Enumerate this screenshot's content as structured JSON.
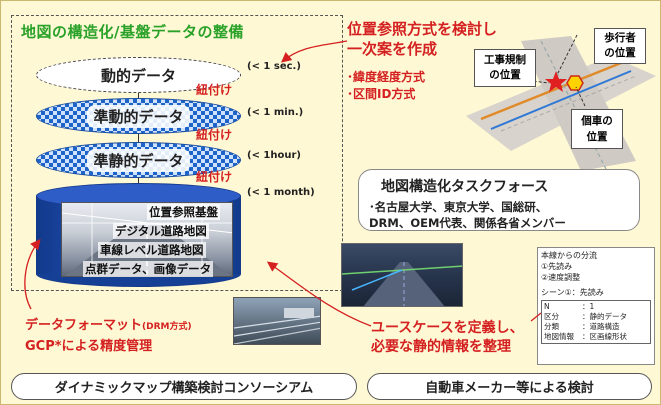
{
  "left_panel": {
    "title": "地図の構造化/基盤データの整備",
    "layers": {
      "dynamic": "動的データ",
      "semi_dynamic": "準動的データ",
      "semi_static": "準静的データ"
    },
    "update_intervals": [
      "(< 1 sec.)",
      "(< 1 min.)",
      "(< 1hour)",
      "(< 1 month)"
    ],
    "link_label": "紐付け",
    "base_layers": [
      "位置参照基盤",
      "デジタル道路地図",
      "車線レベル道路地図",
      "点群データ、画像データ"
    ]
  },
  "location_ref": {
    "title_line1": "位置参照方式を検討し",
    "title_line2": "一次案を作成",
    "bullets": [
      "･緯度経度方式",
      "･区間ID方式"
    ]
  },
  "road_diagram": {
    "labels": {
      "construction": [
        "工事規制",
        "の位置"
      ],
      "pedestrian": [
        "歩行者",
        "の位置"
      ],
      "vehicle": [
        "個車の",
        "位置"
      ]
    }
  },
  "task_force": {
    "title": "地図構造化タスクフォース",
    "members_line1": "･名古屋大学、東京大学、国総研、",
    "members_line2": "DRM、OEM代表、関係各省メンバー"
  },
  "doc_panel": {
    "header": "本線からの分流",
    "items": [
      "①先読み",
      "②速度調整"
    ],
    "scene": "シーン①：先読み",
    "table": [
      [
        "N",
        "：1"
      ],
      [
        "区分",
        "：静的データ"
      ],
      [
        "分類",
        "：道路構造"
      ],
      [
        "地図情報",
        "：区画線形状"
      ]
    ]
  },
  "data_format": {
    "line1": "データフォーマット",
    "line1_small": "(DRM方式)",
    "line2": "GCP*による精度管理"
  },
  "use_case": {
    "line1": "ユースケースを定義し、",
    "line2": "必要な静的情報を整理"
  },
  "footer": {
    "left": "ダイナミックマップ構築検討コンソーシアム",
    "right": "自動車メーカー等による検討"
  },
  "colors": {
    "background": "#fff8d4",
    "green_title": "#2aa22a",
    "red_text": "#d42020",
    "layer_blue": "#1e64c8"
  }
}
